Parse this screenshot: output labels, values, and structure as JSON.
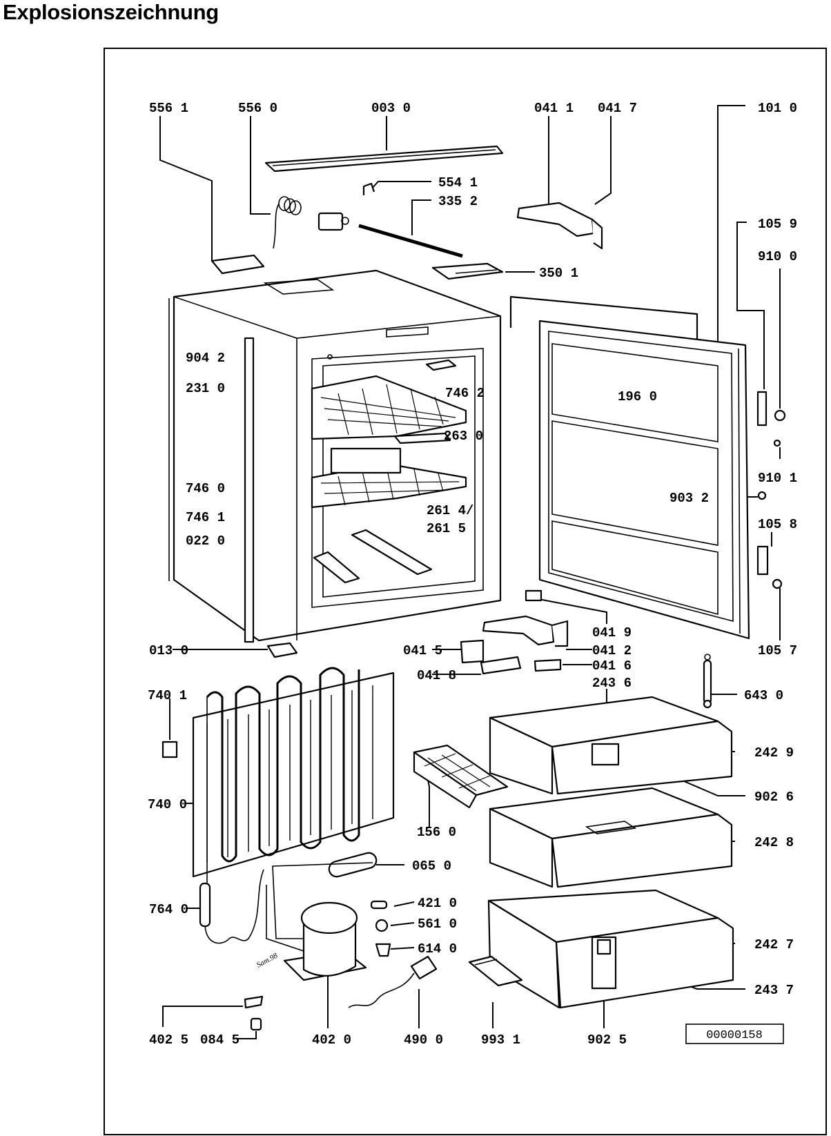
{
  "heading": "Explosionszeichnung",
  "drawing_number": "00000158",
  "signature": "Sam.98",
  "part_labels": {
    "p5561": "556 1",
    "p5560": "556 0",
    "p0030": "003 0",
    "p0411": "041 1",
    "p0417": "041 7",
    "p1010": "101 0",
    "p5541": "554 1",
    "p3352": "335 2",
    "p1059": "105 9",
    "p9100": "910 0",
    "p3501": "350 1",
    "p9042": "904 2",
    "p2310": "231 0",
    "p7462": "746 2",
    "p1960": "196 0",
    "p2630": "263 0",
    "p9101": "910 1",
    "p7460": "746 0",
    "p9032": "903 2",
    "p2614": "261 4/",
    "p2615": "261 5",
    "p7461": "746 1",
    "p1058": "105 8",
    "p0220": "022 0",
    "p0419": "041 9",
    "p0130": "013 0",
    "p0415": "041 5",
    "p0412": "041 2",
    "p1057": "105 7",
    "p0416": "041 6",
    "p0418": "041 8",
    "p2436": "243 6",
    "p7401": "740 1",
    "p6430": "643 0",
    "p2429": "242 9",
    "p7400": "740 0",
    "p9026": "902 6",
    "p1560": "156 0",
    "p2428": "242 8",
    "p0650": "065 0",
    "p7640": "764 0",
    "p4210": "421 0",
    "p5610": "561 0",
    "p6140": "614 0",
    "p2427": "242 7",
    "p2437": "243 7",
    "p4025": "402 5",
    "p0845": "084 5",
    "p4020": "402 0",
    "p4900": "490 0",
    "p9931": "993 1",
    "p9025": "902 5"
  }
}
